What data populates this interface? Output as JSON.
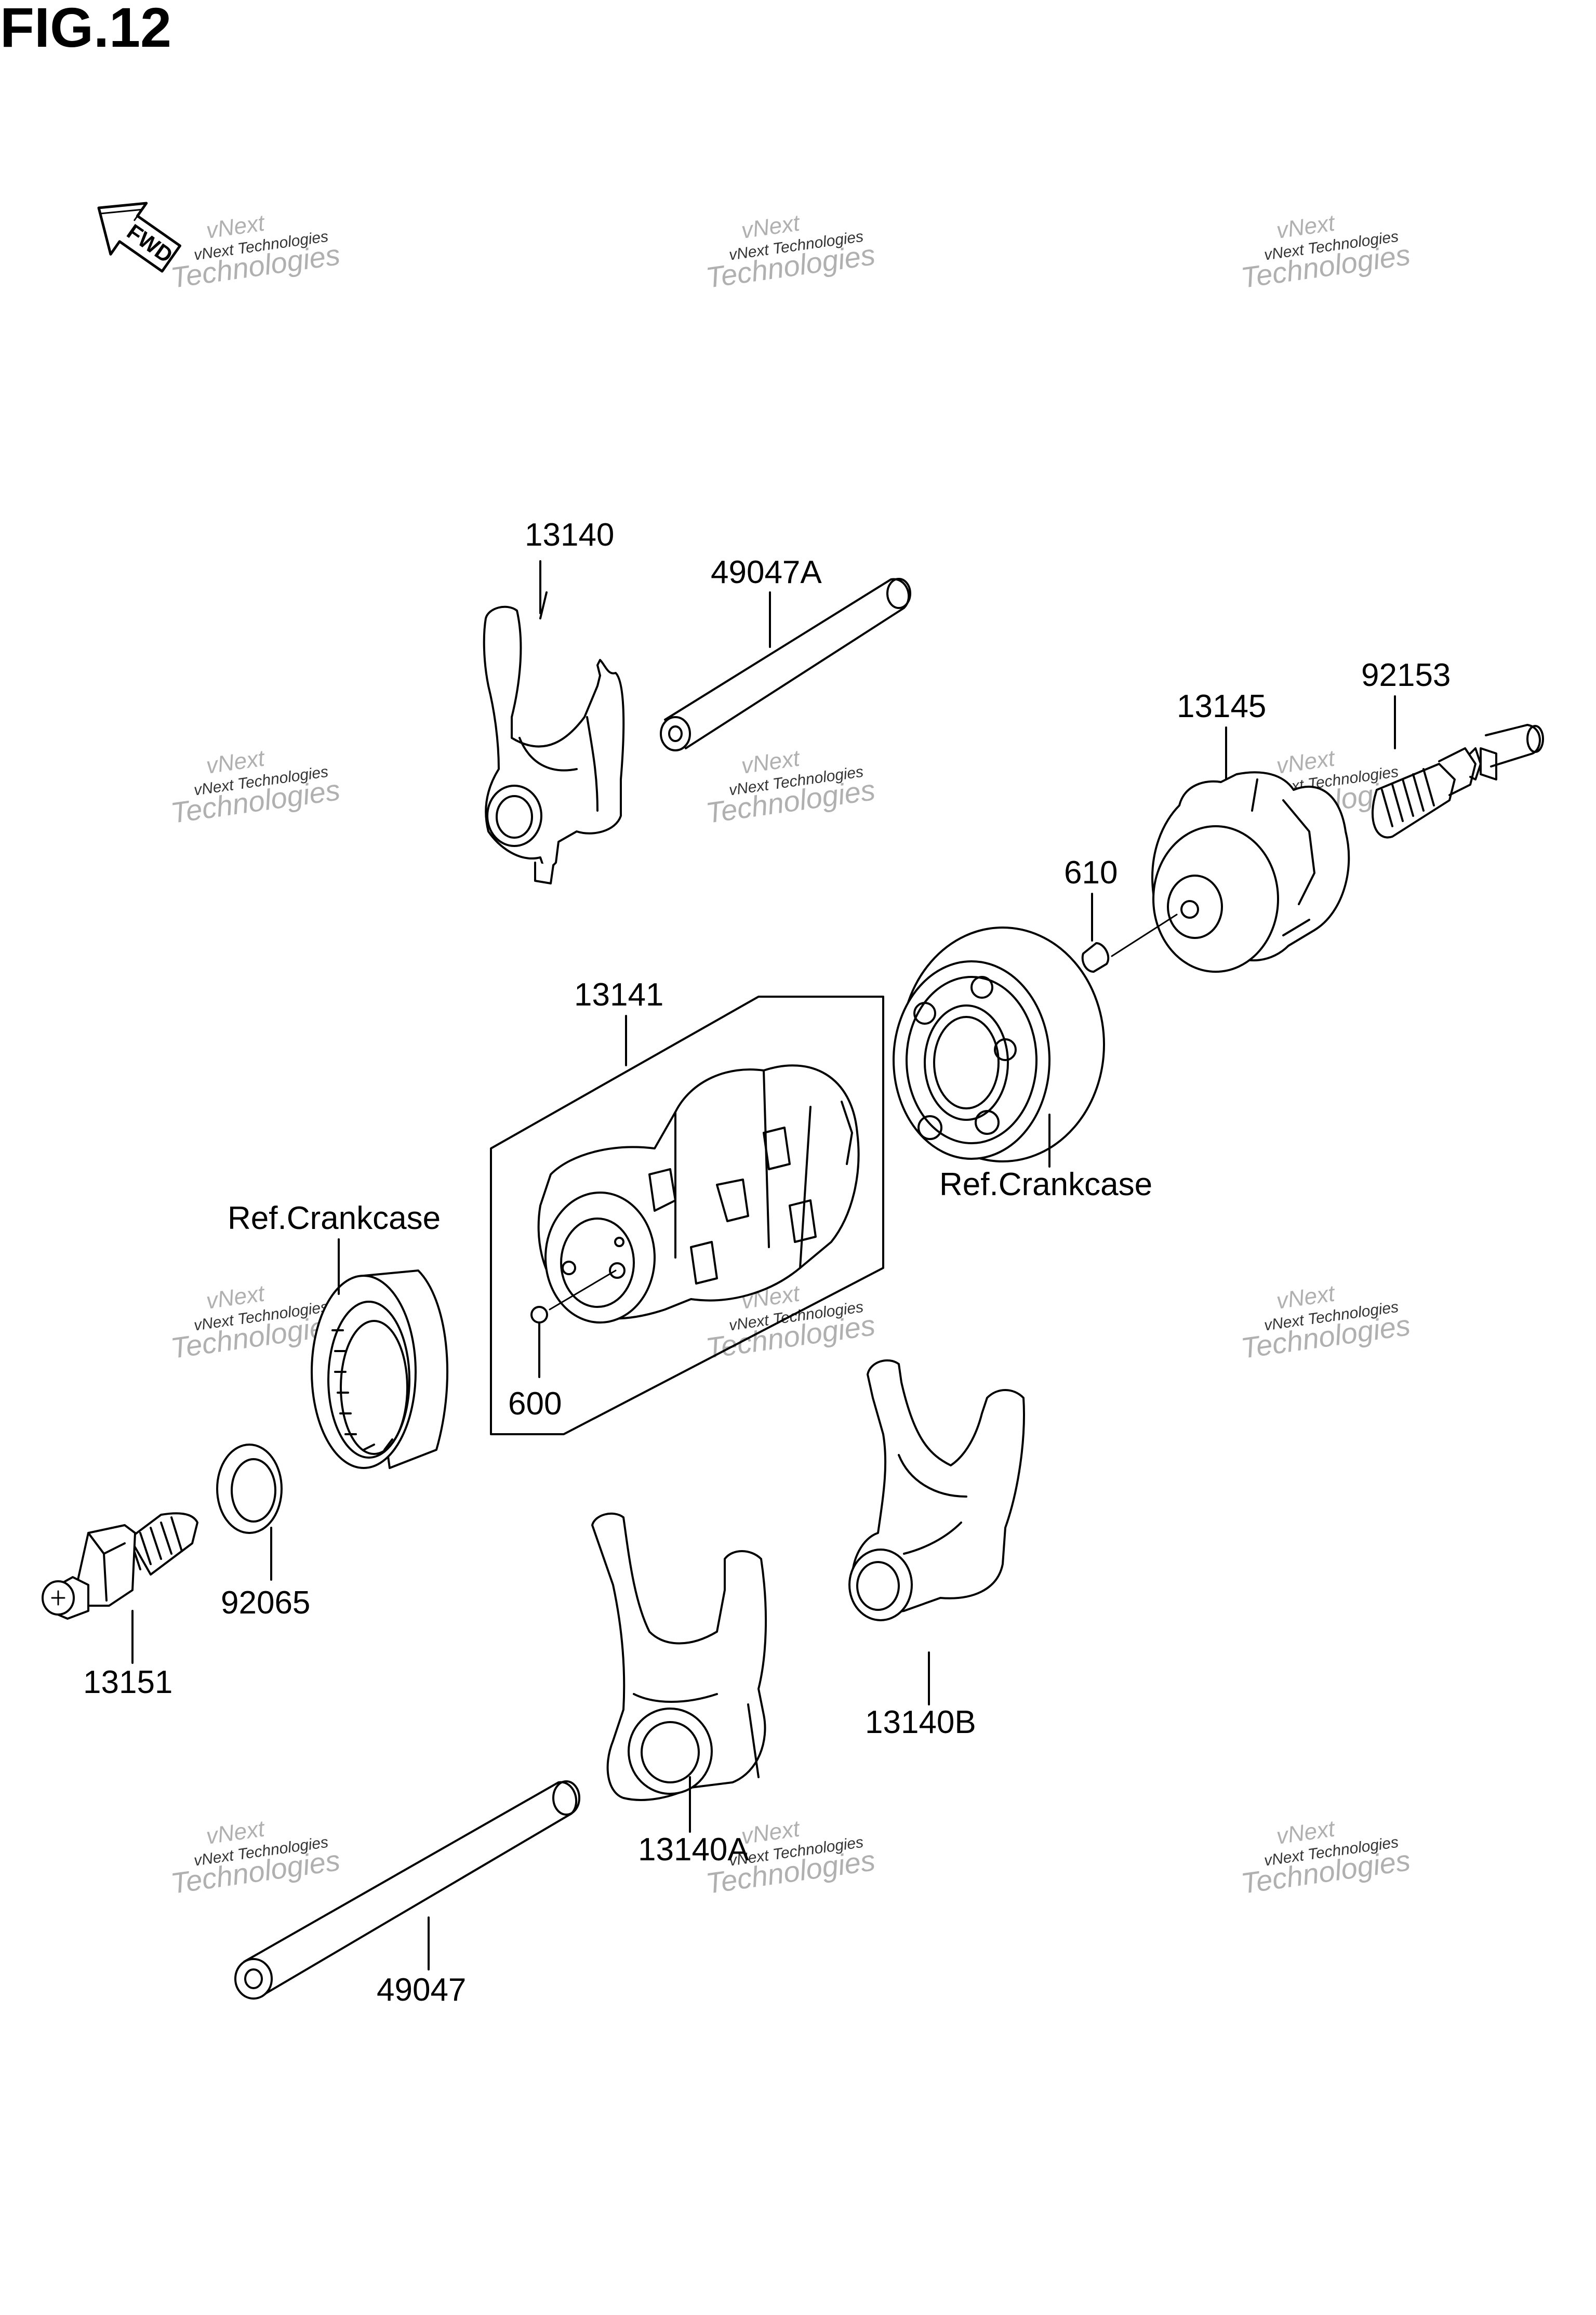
{
  "figure": {
    "title": "FIG.12"
  },
  "fwd_icon": {
    "label": "FWD",
    "icon": "fwd-arrow-icon"
  },
  "watermark": {
    "line1": "vNext",
    "line2": "vNext Technologies",
    "line3": "Technologies"
  },
  "callouts": {
    "p13140": "13140",
    "p49047A": "49047A",
    "p13145": "13145",
    "p92153": "92153",
    "p610": "610",
    "p13141": "13141",
    "ref_crankcase_right": "Ref.Crankcase",
    "ref_crankcase_left": "Ref.Crankcase",
    "p600": "600",
    "p92065": "92065",
    "p13151": "13151",
    "p13140B": "13140B",
    "p13140A": "13140A",
    "p49047": "49047"
  },
  "colors": {
    "line": "#000000",
    "background": "#ffffff",
    "watermark": "#b0b0b0"
  }
}
